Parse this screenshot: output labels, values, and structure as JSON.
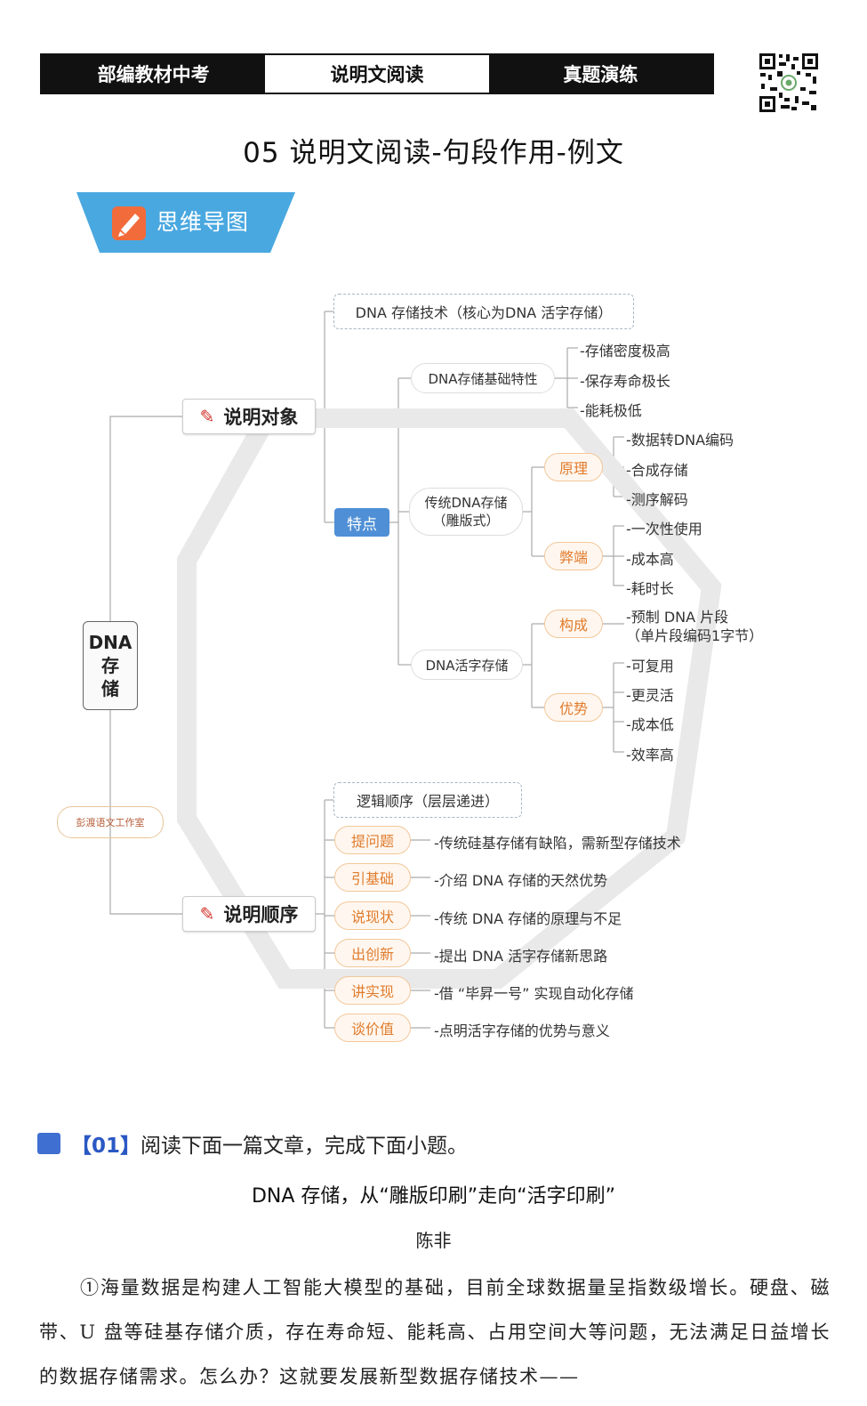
{
  "header": {
    "left": "部编教材中考",
    "center": "说明文阅读",
    "right": "真题演练"
  },
  "title": "05 说明文阅读-句段作用-例文",
  "banner": {
    "label": "思维导图"
  },
  "mindmap": {
    "root": [
      "DNA",
      "存",
      "储"
    ],
    "branch_object": {
      "label": "说明对象",
      "core": "DNA 存储技术（核心为DNA 活字存储）",
      "feature_tag": "特点",
      "basic": {
        "label": "DNA存储基础特性",
        "items": [
          "-存储密度极高",
          "-保存寿命极长",
          "-能耗极低"
        ]
      },
      "traditional": {
        "label_line1": "传统DNA存储",
        "label_line2": "（雕版式）",
        "principle": {
          "label": "原理",
          "items": [
            "-数据转DNA编码",
            "-合成存储",
            "-测序解码"
          ]
        },
        "drawback": {
          "label": "弊端",
          "items": [
            "-一次性使用",
            "-成本高",
            "-耗时长"
          ]
        }
      },
      "movable": {
        "label": "DNA活字存储",
        "composition": {
          "label": "构成",
          "line1": "-预制  DNA  片段",
          "line2": "（单片段编码1字节）"
        },
        "advantage": {
          "label": "优势",
          "items": [
            "-可复用",
            "-更灵活",
            "-成本低",
            "-效率高"
          ]
        }
      }
    },
    "branch_order": {
      "label": "说明顺序",
      "logic": "逻辑顺序（层层递进）",
      "steps": [
        {
          "tag": "提问题",
          "text": "-传统硅基存储有缺陷，需新型存储技术"
        },
        {
          "tag": "引基础",
          "text": "-介绍  DNA  存储的天然优势"
        },
        {
          "tag": "说现状",
          "text": "-传统  DNA  存储的原理与不足"
        },
        {
          "tag": "出创新",
          "text": "-提出  DNA  活字存储新思路"
        },
        {
          "tag": "讲实现",
          "text": "-借  “毕昇一号”  实现自动化存储"
        },
        {
          "tag": "谈价值",
          "text": "-点明活字存储的优势与意义"
        }
      ]
    },
    "seal": "彭渡语文工作室"
  },
  "question": {
    "number": "【01】",
    "prompt": "阅读下面一篇文章，完成下面小题。",
    "article_title": "DNA 存储，从“雕版印刷”走向“活字印刷”",
    "author": "陈非",
    "paragraph": "①海量数据是构建人工智能大模型的基础，目前全球数据量呈指数级增长。硬盘、磁带、U 盘等硅基存储介质，存在寿命短、能耗高、占用空间大等问题，无法满足日益增长的数据存储需求。怎么办？这就要发展新型数据存储技术——"
  },
  "colors": {
    "accent_blue": "#4f8fd6",
    "accent_orange": "#e07b2c",
    "pen_red": "#d2312b",
    "banner": "#4aa8e0"
  }
}
